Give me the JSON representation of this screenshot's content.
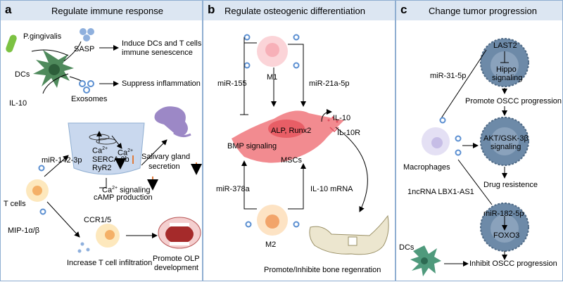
{
  "panels": {
    "a": {
      "label": "a",
      "title": "Regulate immune response"
    },
    "b": {
      "label": "b",
      "title": "Regulate osteogenic differentiation"
    },
    "c": {
      "label": "c",
      "title": "Change tumor progression"
    }
  },
  "a": {
    "pg": "P.gingivalis",
    "sasp": "SASP",
    "induce1": "Induce DCs and T cells",
    "induce2": "immune senescence",
    "dcs": "DCs",
    "il10": "IL-10",
    "exosomes": "Exosomes",
    "suppress": "Suppress inflammation",
    "mir142": "miR-142-3p",
    "ca_a": "Ca",
    "ca_b": "Ca",
    "sup2": "2+",
    "serca": "SERCA 2b",
    "ryr2": "RyR2",
    "ca_sig": "Ca",
    "ca_sig_rest": " signaling",
    "camp": "cAMP production",
    "sal1": "Salivary gland",
    "sal2": "secretion",
    "tcells": "T cells",
    "ccr": "CCR1/5",
    "mip": "MIP-1α/β",
    "increase": "Increase T cell infiltration",
    "olp1": "Promote OLP",
    "olp2": "development"
  },
  "b": {
    "m1": "M1",
    "mir155": "miR-155",
    "mir21": "miR-21a-5p",
    "alp": "ALP, Runx2",
    "il10": "IL-10",
    "il10r": "IL-10R",
    "bmp": "BMP signaling",
    "mscs": "MSCs",
    "mir378": "miR-378a",
    "il10mrna": "IL-10 mRNA",
    "m2": "M2",
    "bone": "Promote/Inhibite bone regenration"
  },
  "c": {
    "last2": "LAST2",
    "hippo1": "Hippo",
    "hippo2": "signaling",
    "mir31": "miR-31-5p",
    "promote": "Promote OSCC progression",
    "akt1": "AKT/GSK-3β",
    "akt2": "signaling",
    "macro": "Macrophages",
    "drug": "Drug resistence",
    "lnc": "1ncRNA LBX1-AS1",
    "mir182": "miR-182-5p",
    "foxo3": "FOXO3",
    "dcs": "DCs",
    "inhibit": "Inhibit OSCC progression"
  },
  "colors": {
    "header": "#dce6f2",
    "border": "#8faed1",
    "msc": "#f28b90",
    "tumor": "#6d8aa8",
    "macro": "#d8d4ee",
    "arrow_down": "#e07a3a"
  }
}
